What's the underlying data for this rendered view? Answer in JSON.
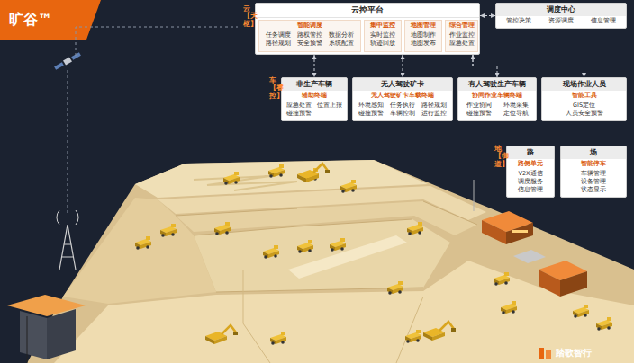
{
  "diagram": {
    "nodes": [
      {
        "text": [
          "云控平台"
        ]
      },
      {
        "text": [
          "智能调度",
          "任务调度",
          "路权管控",
          "数据分析",
          "路径规划",
          "安全预警",
          "系统配置"
        ],
        "in": 0
      },
      {
        "text": [
          "集中监控",
          "实时监控",
          "轨迹回放"
        ],
        "in": 0
      },
      {
        "text": [
          "地图管理",
          "地图制作",
          "地图发布"
        ],
        "in": 0
      },
      {
        "text": [
          "综合管理",
          "作业监控",
          "应急处置"
        ],
        "in": 0
      },
      {
        "text": [
          "调度中心",
          "管控决策",
          "资源调度",
          "信息管理"
        ]
      },
      {
        "text": [
          "非生产车辆",
          "辅助终端",
          "应急处置",
          "位置上报",
          "碰撞预警"
        ]
      },
      {
        "text": [
          "无人驾驶矿卡",
          "无人驾驶矿卡车载终端",
          "环境感知",
          "任务执行",
          "路径规划",
          "碰撞预警",
          "车辆控制",
          "运行监控"
        ]
      },
      {
        "text": [
          "有人驾驶生产车辆",
          "协同作业车辆终端",
          "作业协同",
          "环境采集",
          "碰撞预警",
          "定位导航"
        ]
      },
      {
        "text": [
          "现场作业人员",
          "智能工具",
          "GIS定位",
          "人员安全预警"
        ]
      },
      {
        "text": [
          "路",
          "路侧单元",
          "V2X通信",
          "调度服务",
          "信息管理"
        ]
      },
      {
        "text": [
          "场",
          "智能停车",
          "车辆管理",
          "设备管理",
          "状态显示"
        ]
      }
    ],
    "edges": [
      {
        "from": 0,
        "to": 5,
        "arrow": "both"
      },
      {
        "from": 0,
        "to": 6,
        "arrow": "both"
      },
      {
        "from": 0,
        "to": 7,
        "arrow": "both"
      },
      {
        "from": 0,
        "to": 8,
        "arrow": "both"
      },
      {
        "from": 0,
        "to": 9,
        "arrow": "both"
      }
    ],
    "labels": [
      "旷谷™",
      "云【天枢】",
      "车【睿控】",
      "地【御道】",
      "踏歌智行"
    ]
  }
}
